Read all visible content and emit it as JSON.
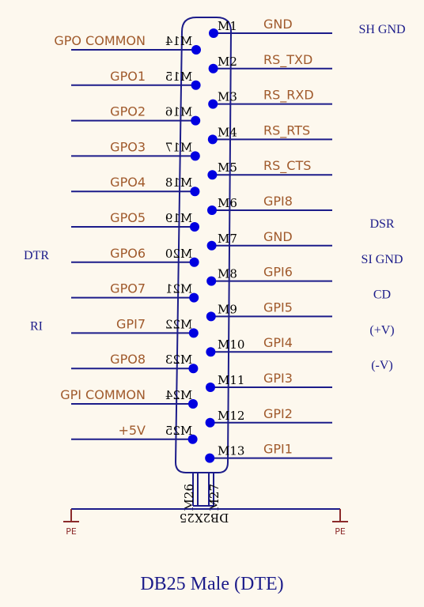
{
  "caption": "DB25  Male  (DTE)",
  "connector_label": "DB2X25",
  "left_pins": [
    {
      "signal": "GPO COMMON",
      "pin": "M14",
      "ext": ""
    },
    {
      "signal": "GPO1",
      "pin": "M15",
      "ext": ""
    },
    {
      "signal": "GPO2",
      "pin": "M16",
      "ext": ""
    },
    {
      "signal": "GPO3",
      "pin": "M17",
      "ext": ""
    },
    {
      "signal": "GPO4",
      "pin": "M18",
      "ext": ""
    },
    {
      "signal": "GPO5",
      "pin": "M19",
      "ext": ""
    },
    {
      "signal": "GPO6",
      "pin": "M20",
      "ext": "DTR"
    },
    {
      "signal": "GPO7",
      "pin": "M21",
      "ext": ""
    },
    {
      "signal": "GPI7",
      "pin": "M22",
      "ext": "RI"
    },
    {
      "signal": "GPO8",
      "pin": "M23",
      "ext": ""
    },
    {
      "signal": "GPI COMMON",
      "pin": "M24",
      "ext": ""
    },
    {
      "signal": "+5V",
      "pin": "M25",
      "ext": ""
    }
  ],
  "right_pins": [
    {
      "signal": "GND",
      "pin": "M1",
      "ext": "SH GND"
    },
    {
      "signal": "RS_TXD",
      "pin": "M2",
      "ext": ""
    },
    {
      "signal": "RS_RXD",
      "pin": "M3",
      "ext": ""
    },
    {
      "signal": "RS_RTS",
      "pin": "M4",
      "ext": ""
    },
    {
      "signal": "RS_CTS",
      "pin": "M5",
      "ext": ""
    },
    {
      "signal": "GPI8",
      "pin": "M6",
      "ext": "DSR"
    },
    {
      "signal": "GND",
      "pin": "M7",
      "ext": "SI GND"
    },
    {
      "signal": "GPI6",
      "pin": "M8",
      "ext": "CD"
    },
    {
      "signal": "GPI5",
      "pin": "M9",
      "ext": "(+V)"
    },
    {
      "signal": "GPI4",
      "pin": "M10",
      "ext": "(-V)"
    },
    {
      "signal": "GPI3",
      "pin": "M11",
      "ext": ""
    },
    {
      "signal": "GPI2",
      "pin": "M12",
      "ext": ""
    },
    {
      "signal": "GPI1",
      "pin": "M13",
      "ext": ""
    }
  ],
  "mount_pins": [
    "M26",
    "M27"
  ],
  "ground_symbols": [
    "PE",
    "PE"
  ],
  "colors": {
    "wire": "#1c1c8a",
    "signal_text": "#a05a2c",
    "pin_dot": "#0000e0",
    "ground": "#8b2a2a"
  }
}
